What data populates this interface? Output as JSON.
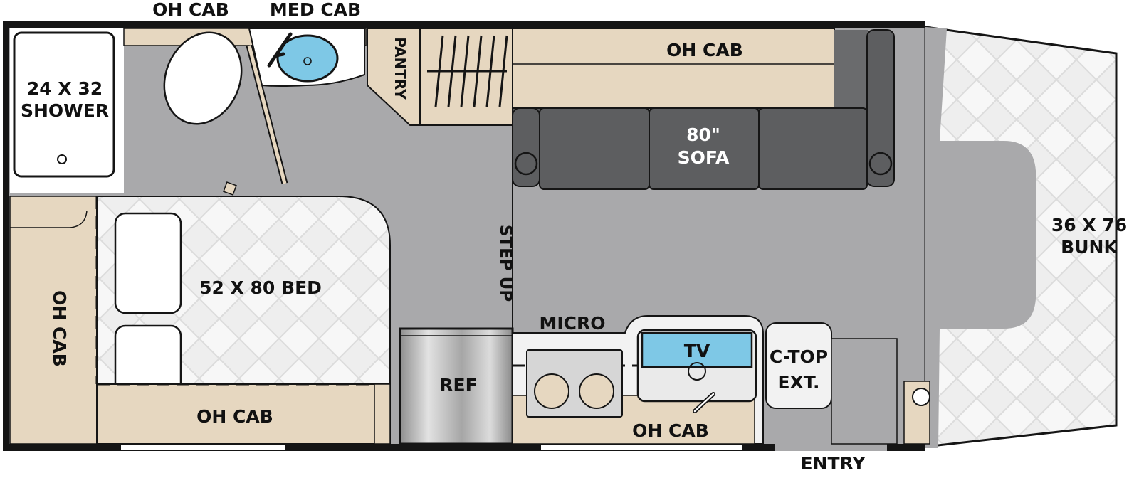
{
  "floorplan": {
    "labels": {
      "oh_cab_top": "OH CAB",
      "med_cab": "MED CAB",
      "shower_size": "24 X 32",
      "shower": "SHOWER",
      "pantry": "PANTRY",
      "oh_cab_sofa": "OH CAB",
      "sofa_size": "80\"",
      "sofa": "SOFA",
      "step_up": "STEP UP",
      "bunk_size": "36 X 76",
      "bunk": "BUNK",
      "bed": "52 X 80 BED",
      "oh_cab_side": "OH CAB",
      "oh_cab_bed": "OH CAB",
      "ref": "REF",
      "micro": "MICRO",
      "tv": "TV",
      "ctop_1": "C-TOP",
      "ctop_2": "EXT.",
      "oh_cab_kitchen": "OH CAB",
      "entry": "ENTRY"
    },
    "colors": {
      "floor": "#a9a9ab",
      "wall": "#151515",
      "wood": "#e6d7c0",
      "mattress": "#ececec",
      "sofa": "#5d5e60",
      "water": "#7ec8e6",
      "steel": "#bdbdbd"
    }
  }
}
